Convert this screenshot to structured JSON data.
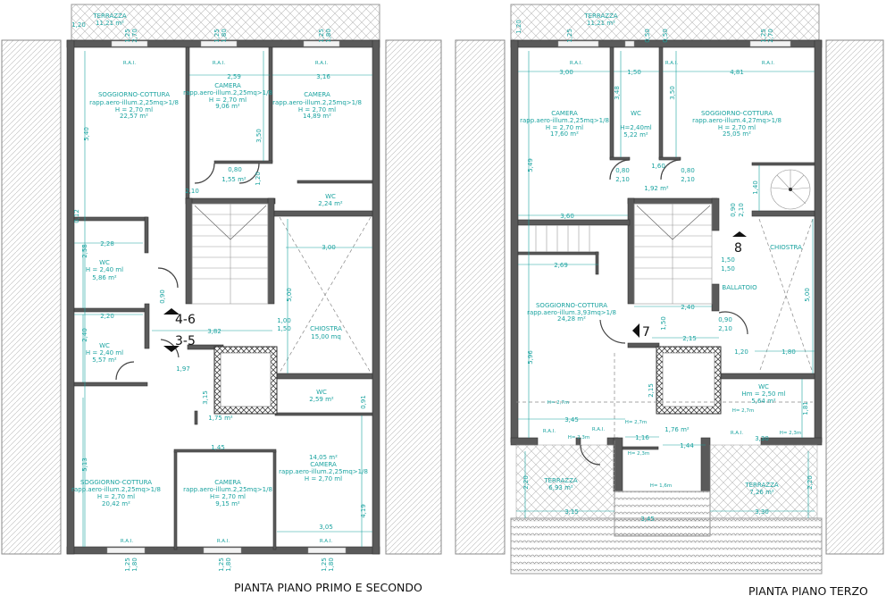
{
  "plan1": {
    "title": "PIANTA PIANO PRIMO E  SECONDO",
    "terrace": {
      "name": "TERRAZZA",
      "area": "11,21 m²"
    },
    "rai": "R.A.I.",
    "rooms": [
      {
        "name": "SOGGIORNO-COTTURA",
        "ratio": "rapp.aero-illum.2,25mq>1/8",
        "height": "H = 2,70 ml",
        "area": "22,57 m²"
      },
      {
        "name": "CAMERA",
        "ratio": "rapp.aero-illum.2,25mq>1/8",
        "height": "H = 2,70 ml",
        "area": "9,06 m²"
      },
      {
        "name": "CAMERA",
        "ratio": "rapp.aero-illum.2,25mq>1/8",
        "height": "H = 2,70 ml",
        "area": "14,89 m²"
      },
      {
        "name": "WC",
        "area": "2,24 m²"
      },
      {
        "name": "WC",
        "height": "H = 2,40 ml",
        "area": "5,86 m²"
      },
      {
        "name": "WC",
        "height": "H = 2,40 ml",
        "area": "5,57 m²"
      },
      {
        "name": "CHIOSTRA",
        "area": "15,00 mq"
      },
      {
        "name": "WC",
        "area": "2,59 m²"
      },
      {
        "name": "SOGGIORNO-COTTURA",
        "ratio": "rapp.aero-illum.2,25mq>1/8",
        "height": "H = 2,70 ml",
        "area": "20,42 m²"
      },
      {
        "name": "CAMERA",
        "ratio": "rapp.aero-illum.2,25mq>1/8",
        "height": "H= 2,70 ml",
        "area": "9,15 m²"
      },
      {
        "name": "CAMERA",
        "ratio": "rapp.aero-illum.2,25mq>1/8",
        "height": "H = 2,70 ml",
        "area": "14,05 m²"
      }
    ],
    "misc_areas": [
      "1,55 m²",
      "1,75 m²"
    ],
    "dims": [
      "1,20",
      "2,59",
      "3,16",
      "5,40",
      "3,50",
      "0,80",
      "2,10",
      "1,20",
      "2,28",
      "2,58",
      "2,20",
      "2,40",
      "3,82",
      "1,97",
      "3,00",
      "5,00",
      "1,00",
      "1,50",
      "3,15",
      "1,45",
      "5,13",
      "4,19",
      "3,05",
      "0,91",
      "1,25",
      "1,80",
      "2,70",
      "0,90",
      "0,12"
    ],
    "sections": [
      "4-6",
      "3-5"
    ]
  },
  "plan2": {
    "title": "PIANTA PIANO TERZO",
    "terrace": {
      "name": "TERRAZZA",
      "area": "11,21 m²"
    },
    "rai": "R.A.I.",
    "rooms": [
      {
        "name": "CAMERA",
        "ratio": "rapp.aero-illum.2,25mq>1/8",
        "height": "H = 2,70 ml",
        "area": "17,60 m²"
      },
      {
        "name": "WC",
        "height": "H=2,40ml",
        "area": "5,22 m²"
      },
      {
        "name": "SOGGIORNO-COTTURA",
        "ratio": "rapp.aero-illum.4,27mq>1/8",
        "height": "H = 2,70 ml",
        "area": "25,05 m²"
      },
      {
        "name": "SOGGIORNO-COTTURA",
        "ratio": "rapp.aero-illum.3,93mq>1/8",
        "area": "24,28 m²"
      },
      {
        "name": "CHIOSTRA"
      },
      {
        "name": "BALLATOIO"
      },
      {
        "name": "WC",
        "height": "Hm = 2,50 ml",
        "area": "5,64 m²"
      },
      {
        "name": "TERRAZZA",
        "area": "6,93 m²"
      },
      {
        "name": "TERRAZZA",
        "area": "7,26 m²"
      }
    ],
    "misc_areas": [
      "1,92 m²",
      "1,76 m²"
    ],
    "heights": [
      "H= 2,7m",
      "H= 2,3m",
      "H= 1,6m"
    ],
    "dims": [
      "1,20",
      "3,00",
      "1,50",
      "4,81",
      "5,49",
      "3,48",
      "3,50",
      "0,80",
      "2,10",
      "1,60",
      "1,40",
      "0,90",
      "3,60",
      "2,69",
      "1,50",
      "2,40",
      "2,15",
      "1,20",
      "1,80",
      "5,96",
      "5,00",
      "3,45",
      "1,16",
      "1,44",
      "3,30",
      "1,81",
      "2,20",
      "3,15",
      "0,50",
      "1,25",
      "2,70"
    ],
    "sections": [
      "8",
      "7"
    ]
  },
  "colors": {
    "annotation": "#1aa3a0",
    "wall": "#5a5a5a"
  }
}
